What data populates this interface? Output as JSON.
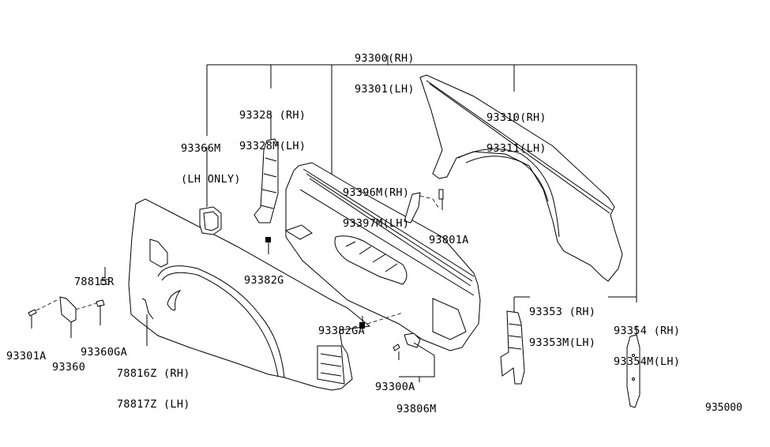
{
  "diagram": {
    "title": "Rear Body Side Panel / Fender Parts Diagram",
    "drawing_code": "935000",
    "line_color": "#000000",
    "background": "#ffffff",
    "callouts": [
      {
        "id": "main",
        "lines": [
          "93300(RH)",
          "93301(LH)"
        ]
      },
      {
        "id": "inner-panel",
        "lines": [
          "93328 (RH)",
          "93328M(LH)"
        ]
      },
      {
        "id": "fender-inner",
        "lines": [
          "93310(RH)",
          "93311(LH)"
        ]
      },
      {
        "id": "fuel-pocket",
        "lines": [
          "93366M",
          "(LH ONLY)"
        ]
      },
      {
        "id": "bracket",
        "lines": [
          "93396M(RH)",
          "93397M(LH)"
        ]
      },
      {
        "id": "screw-93801a",
        "lines": [
          "93801A"
        ]
      },
      {
        "id": "clip-78815r",
        "lines": [
          "78815R"
        ]
      },
      {
        "id": "clip-93382g",
        "lines": [
          "93382G"
        ]
      },
      {
        "id": "clip-93382ga",
        "lines": [
          "93382GA"
        ]
      },
      {
        "id": "screw-93301a",
        "lines": [
          "93301A"
        ]
      },
      {
        "id": "lid-93360",
        "lines": [
          "93360"
        ]
      },
      {
        "id": "grommet-93360ga",
        "lines": [
          "93360GA"
        ]
      },
      {
        "id": "moulding",
        "lines": [
          "78816Z (RH)",
          "78817Z (LH)"
        ]
      },
      {
        "id": "screw-93300a",
        "lines": [
          "93300A"
        ]
      },
      {
        "id": "hinge-93806m",
        "lines": [
          "93806M"
        ]
      },
      {
        "id": "reinforce-93353",
        "lines": [
          "93353 (RH)",
          "93353M(LH)"
        ]
      },
      {
        "id": "pillar-93354",
        "lines": [
          "93354 (RH)",
          "93354M(LH)"
        ]
      }
    ]
  }
}
